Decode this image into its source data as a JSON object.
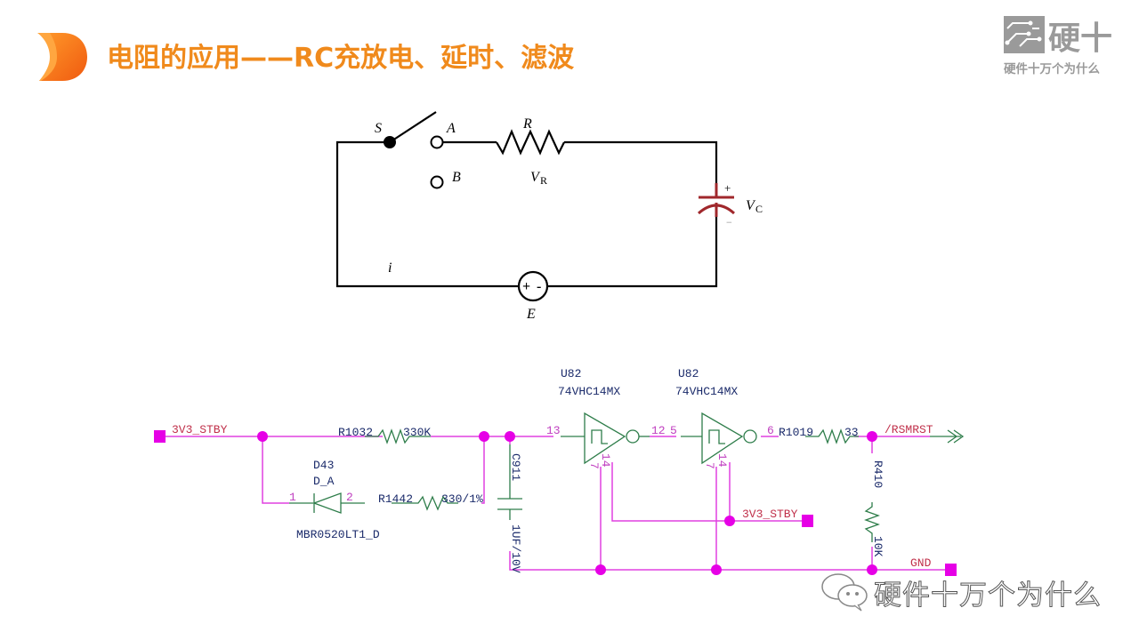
{
  "slide": {
    "title": "电阻的应用——RC充放电、延时、滤波",
    "accent_color": "#f08a1c",
    "logo": "orange-d-logo"
  },
  "brand": {
    "main": "硬十",
    "sub": "硬件十万个为什么",
    "icon": "circuit-chip-icon",
    "color": "#9a9a9a"
  },
  "rc_circuit": {
    "labels": {
      "switch": "S",
      "terminal_a": "A",
      "terminal_b": "B",
      "resistor": "R",
      "resistor_voltage_main": "V",
      "resistor_voltage_sub": "R",
      "capacitor_voltage_main": "V",
      "capacitor_voltage_sub": "C",
      "cap_plus": "+",
      "cap_minus": "−",
      "current": "i",
      "source": "E",
      "source_plus": "+",
      "source_minus": "-"
    },
    "capacitor_color": "#a0282c",
    "wire_color": "#000000"
  },
  "schematic": {
    "net_3v3_left": "3V3_STBY",
    "net_3v3_right": "3V3_STBY",
    "net_rsmrst": "/RSMRST",
    "net_gnd": "GND",
    "r1032_ref": "R1032",
    "r1032_val": "330K",
    "d43_ref": "D43",
    "d43_type": "D_A",
    "d43_part": "MBR0520LT1_D",
    "d43_pin1": "1",
    "d43_pin2": "2",
    "r1442_ref": "R1442",
    "r1442_val": "330/1%",
    "c911_ref": "C911",
    "c911_val": "1UF/10V",
    "u82a_ref": "U82",
    "u82a_part": "74VHC14MX",
    "u82a_pin_in": "13",
    "u82a_pin_out": "12",
    "u82a_pin_gnd": "7",
    "u82a_pin_vcc": "14",
    "u82b_ref": "U82",
    "u82b_part": "74VHC14MX",
    "u82b_pin_in": "5",
    "u82b_pin_out": "6",
    "u82b_pin_gnd": "7",
    "u82b_pin_vcc": "14",
    "r1019_ref": "R1019",
    "r1019_val": "33",
    "r410_ref": "R410",
    "r410_val": "10K",
    "colors": {
      "wire": "#e040e0",
      "junction": "#e600e6",
      "component": "#2e7d4a",
      "net_label": "#c0304a",
      "ref_text": "#1a2a6a",
      "pin_text": "#c040c0"
    }
  },
  "watermark": {
    "text": "硬件十万个为什么",
    "icon": "wechat-icon"
  }
}
